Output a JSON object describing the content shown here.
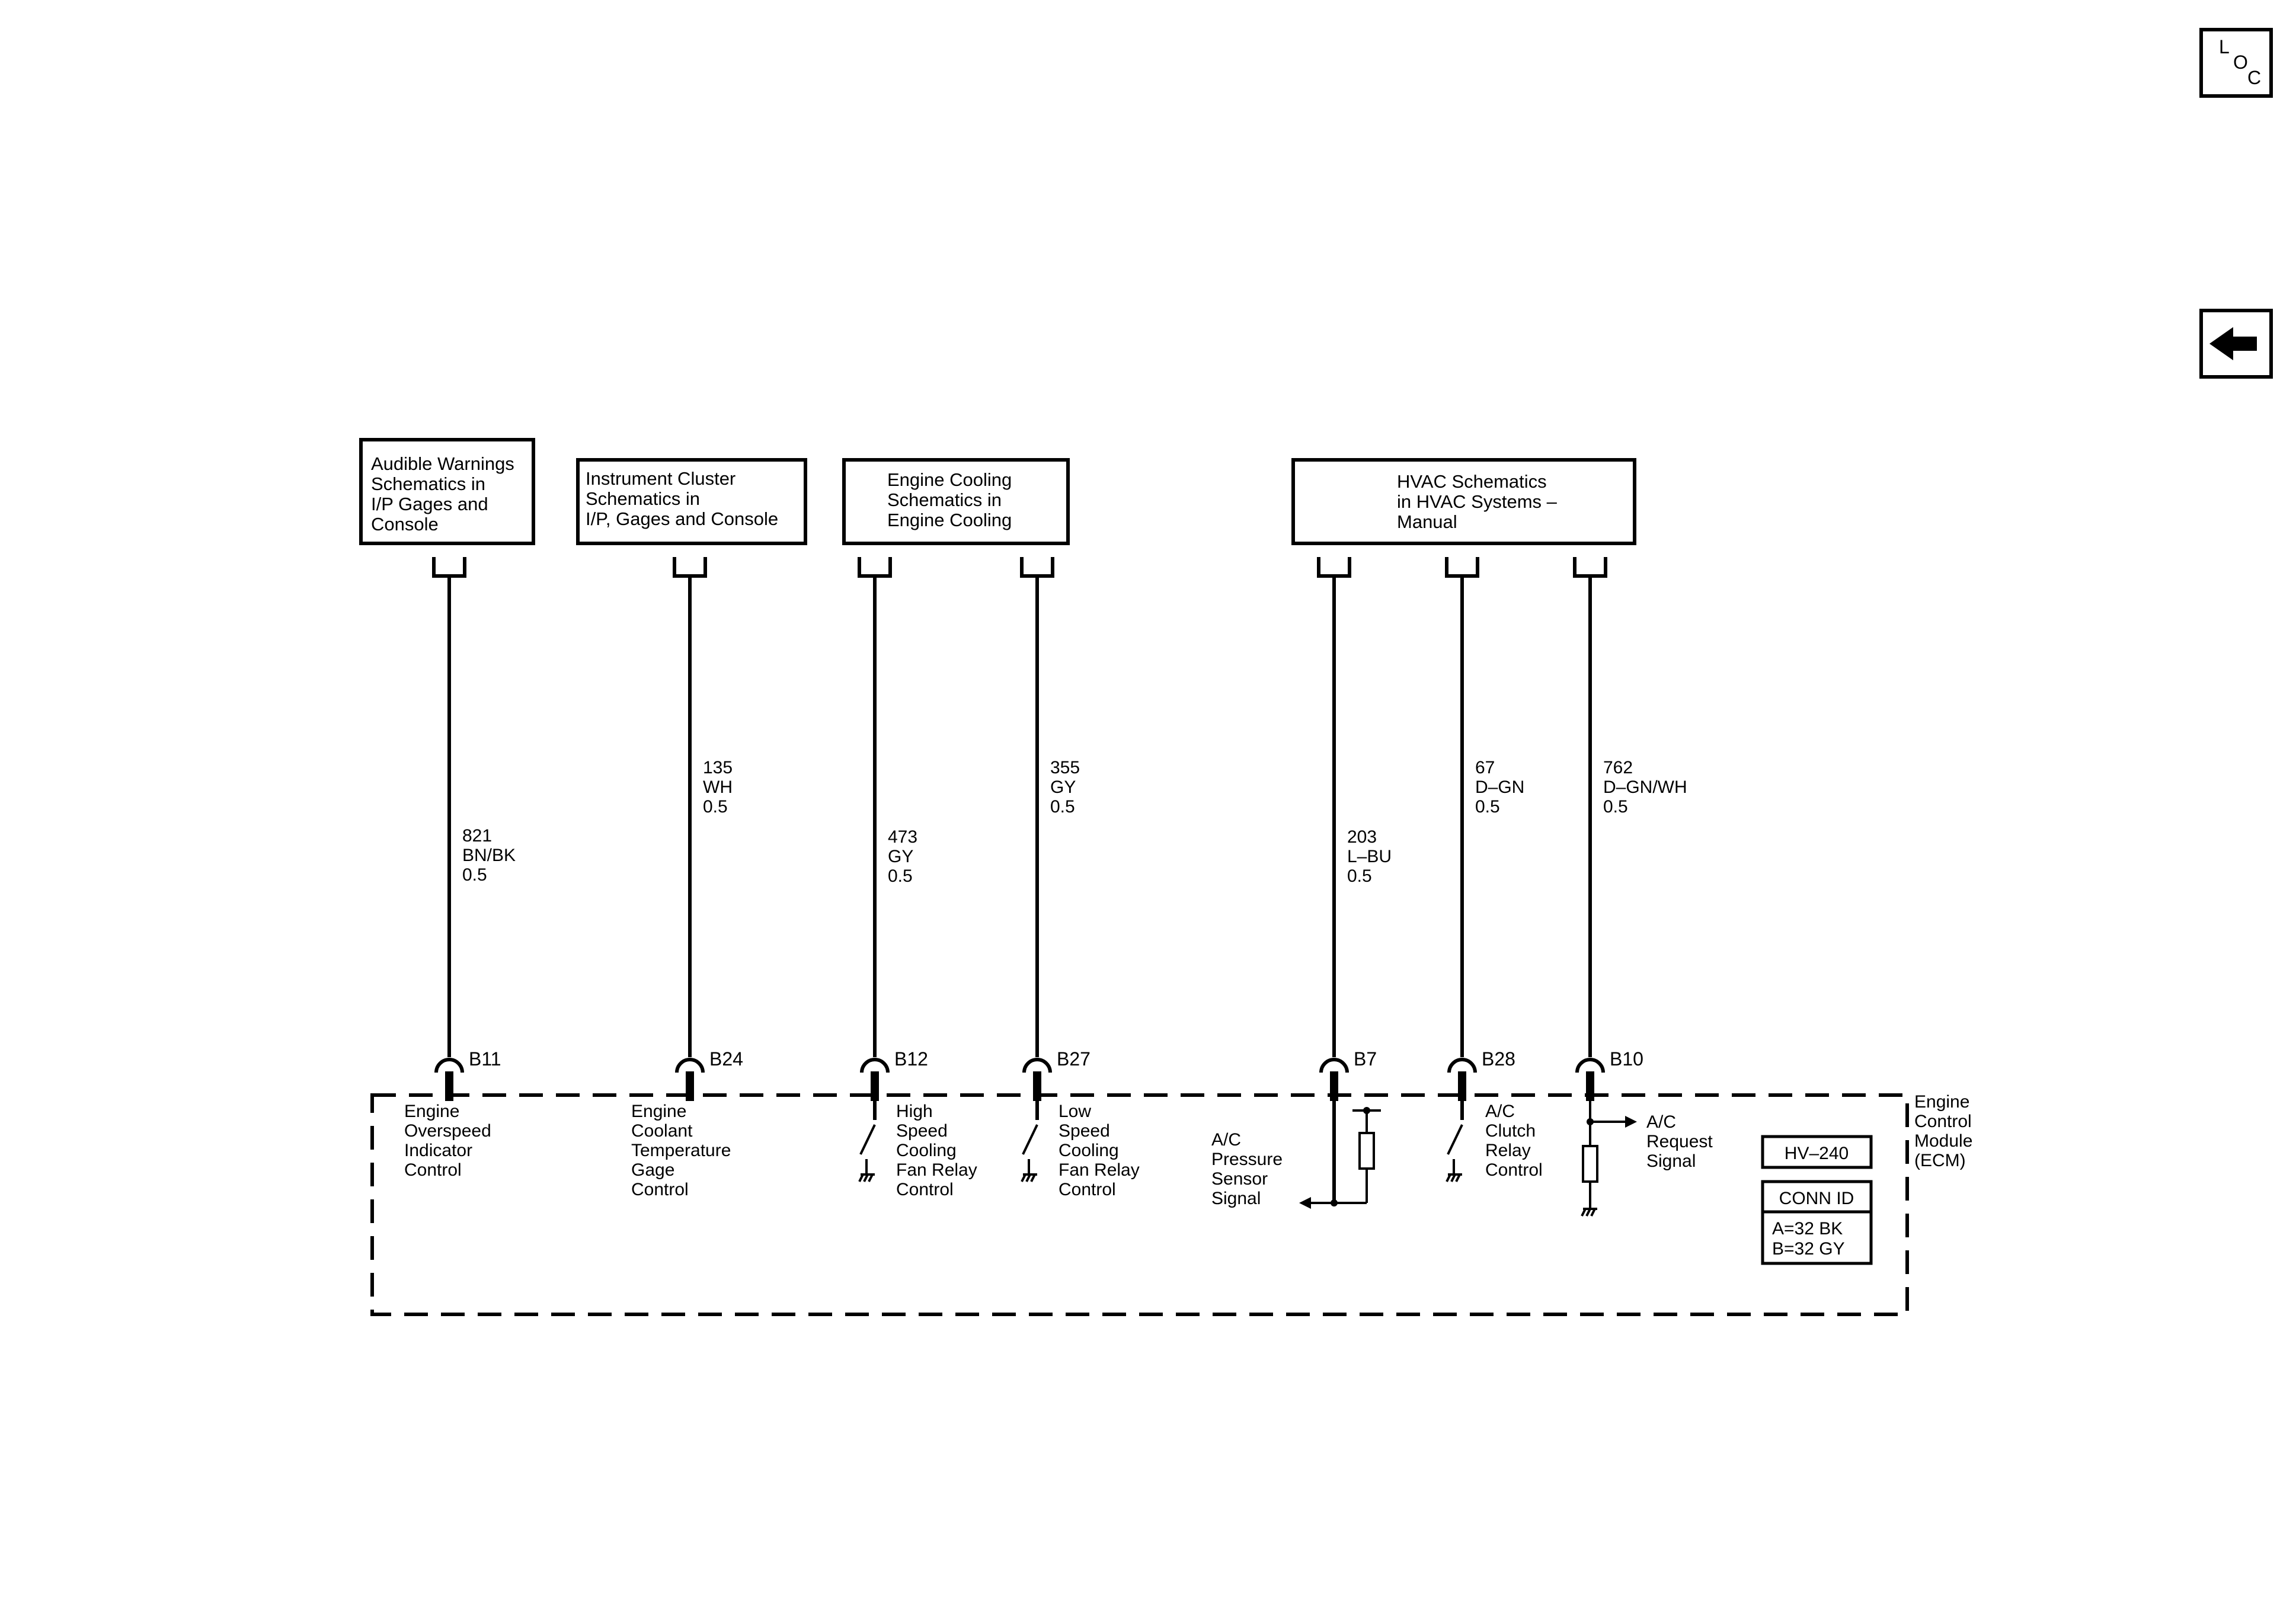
{
  "nav": {
    "loc_letters": [
      "L",
      "O",
      "C"
    ],
    "back_icon": "left-arrow-icon"
  },
  "boxes": [
    {
      "id": "audible",
      "lines": [
        "Audible Warnings",
        "Schematics in",
        "I/P Gages and",
        "Console"
      ]
    },
    {
      "id": "cluster",
      "lines": [
        "Instrument Cluster",
        "Schematics in",
        "I/P, Gages and Console"
      ]
    },
    {
      "id": "cooling",
      "lines": [
        "Engine Cooling",
        "Schematics in",
        "Engine Cooling"
      ]
    },
    {
      "id": "hvac",
      "lines": [
        "HVAC Schematics",
        "in HVAC Systems –",
        "Manual"
      ]
    }
  ],
  "wires": [
    {
      "circuit": "821",
      "color": "BN/BK",
      "size": "0.5",
      "pin": "B11",
      "function": [
        "Engine",
        "Overspeed",
        "Indicator",
        "Control"
      ]
    },
    {
      "circuit": "135",
      "color": "WH",
      "size": "0.5",
      "pin": "B24",
      "function": [
        "Engine",
        "Coolant",
        "Temperature",
        "Gage",
        "Control"
      ]
    },
    {
      "circuit": "473",
      "color": "GY",
      "size": "0.5",
      "pin": "B12",
      "function": [
        "High",
        "Speed",
        "Cooling",
        "Fan Relay",
        "Control"
      ]
    },
    {
      "circuit": "355",
      "color": "GY",
      "size": "0.5",
      "pin": "B27",
      "function": [
        "Low",
        "Speed",
        "Cooling",
        "Fan Relay",
        "Control"
      ]
    },
    {
      "circuit": "203",
      "color": "L–BU",
      "size": "0.5",
      "pin": "B7",
      "function": [
        "A/C",
        "Pressure",
        "Sensor",
        "Signal"
      ]
    },
    {
      "circuit": "67",
      "color": "D–GN",
      "size": "0.5",
      "pin": "B28",
      "function": [
        "A/C",
        "Clutch",
        "Relay",
        "Control"
      ]
    },
    {
      "circuit": "762",
      "color": "D–GN/WH",
      "size": "0.5",
      "pin": "B10",
      "function": [
        "A/C",
        "Request",
        "Signal"
      ]
    }
  ],
  "module": {
    "name_lines": [
      "Engine",
      "Control",
      "Module",
      "(ECM)"
    ],
    "harness_id": "HV–240",
    "conn_id_title": "CONN ID",
    "conn_id_lines": [
      "A=32 BK",
      "B=32 GY"
    ]
  }
}
